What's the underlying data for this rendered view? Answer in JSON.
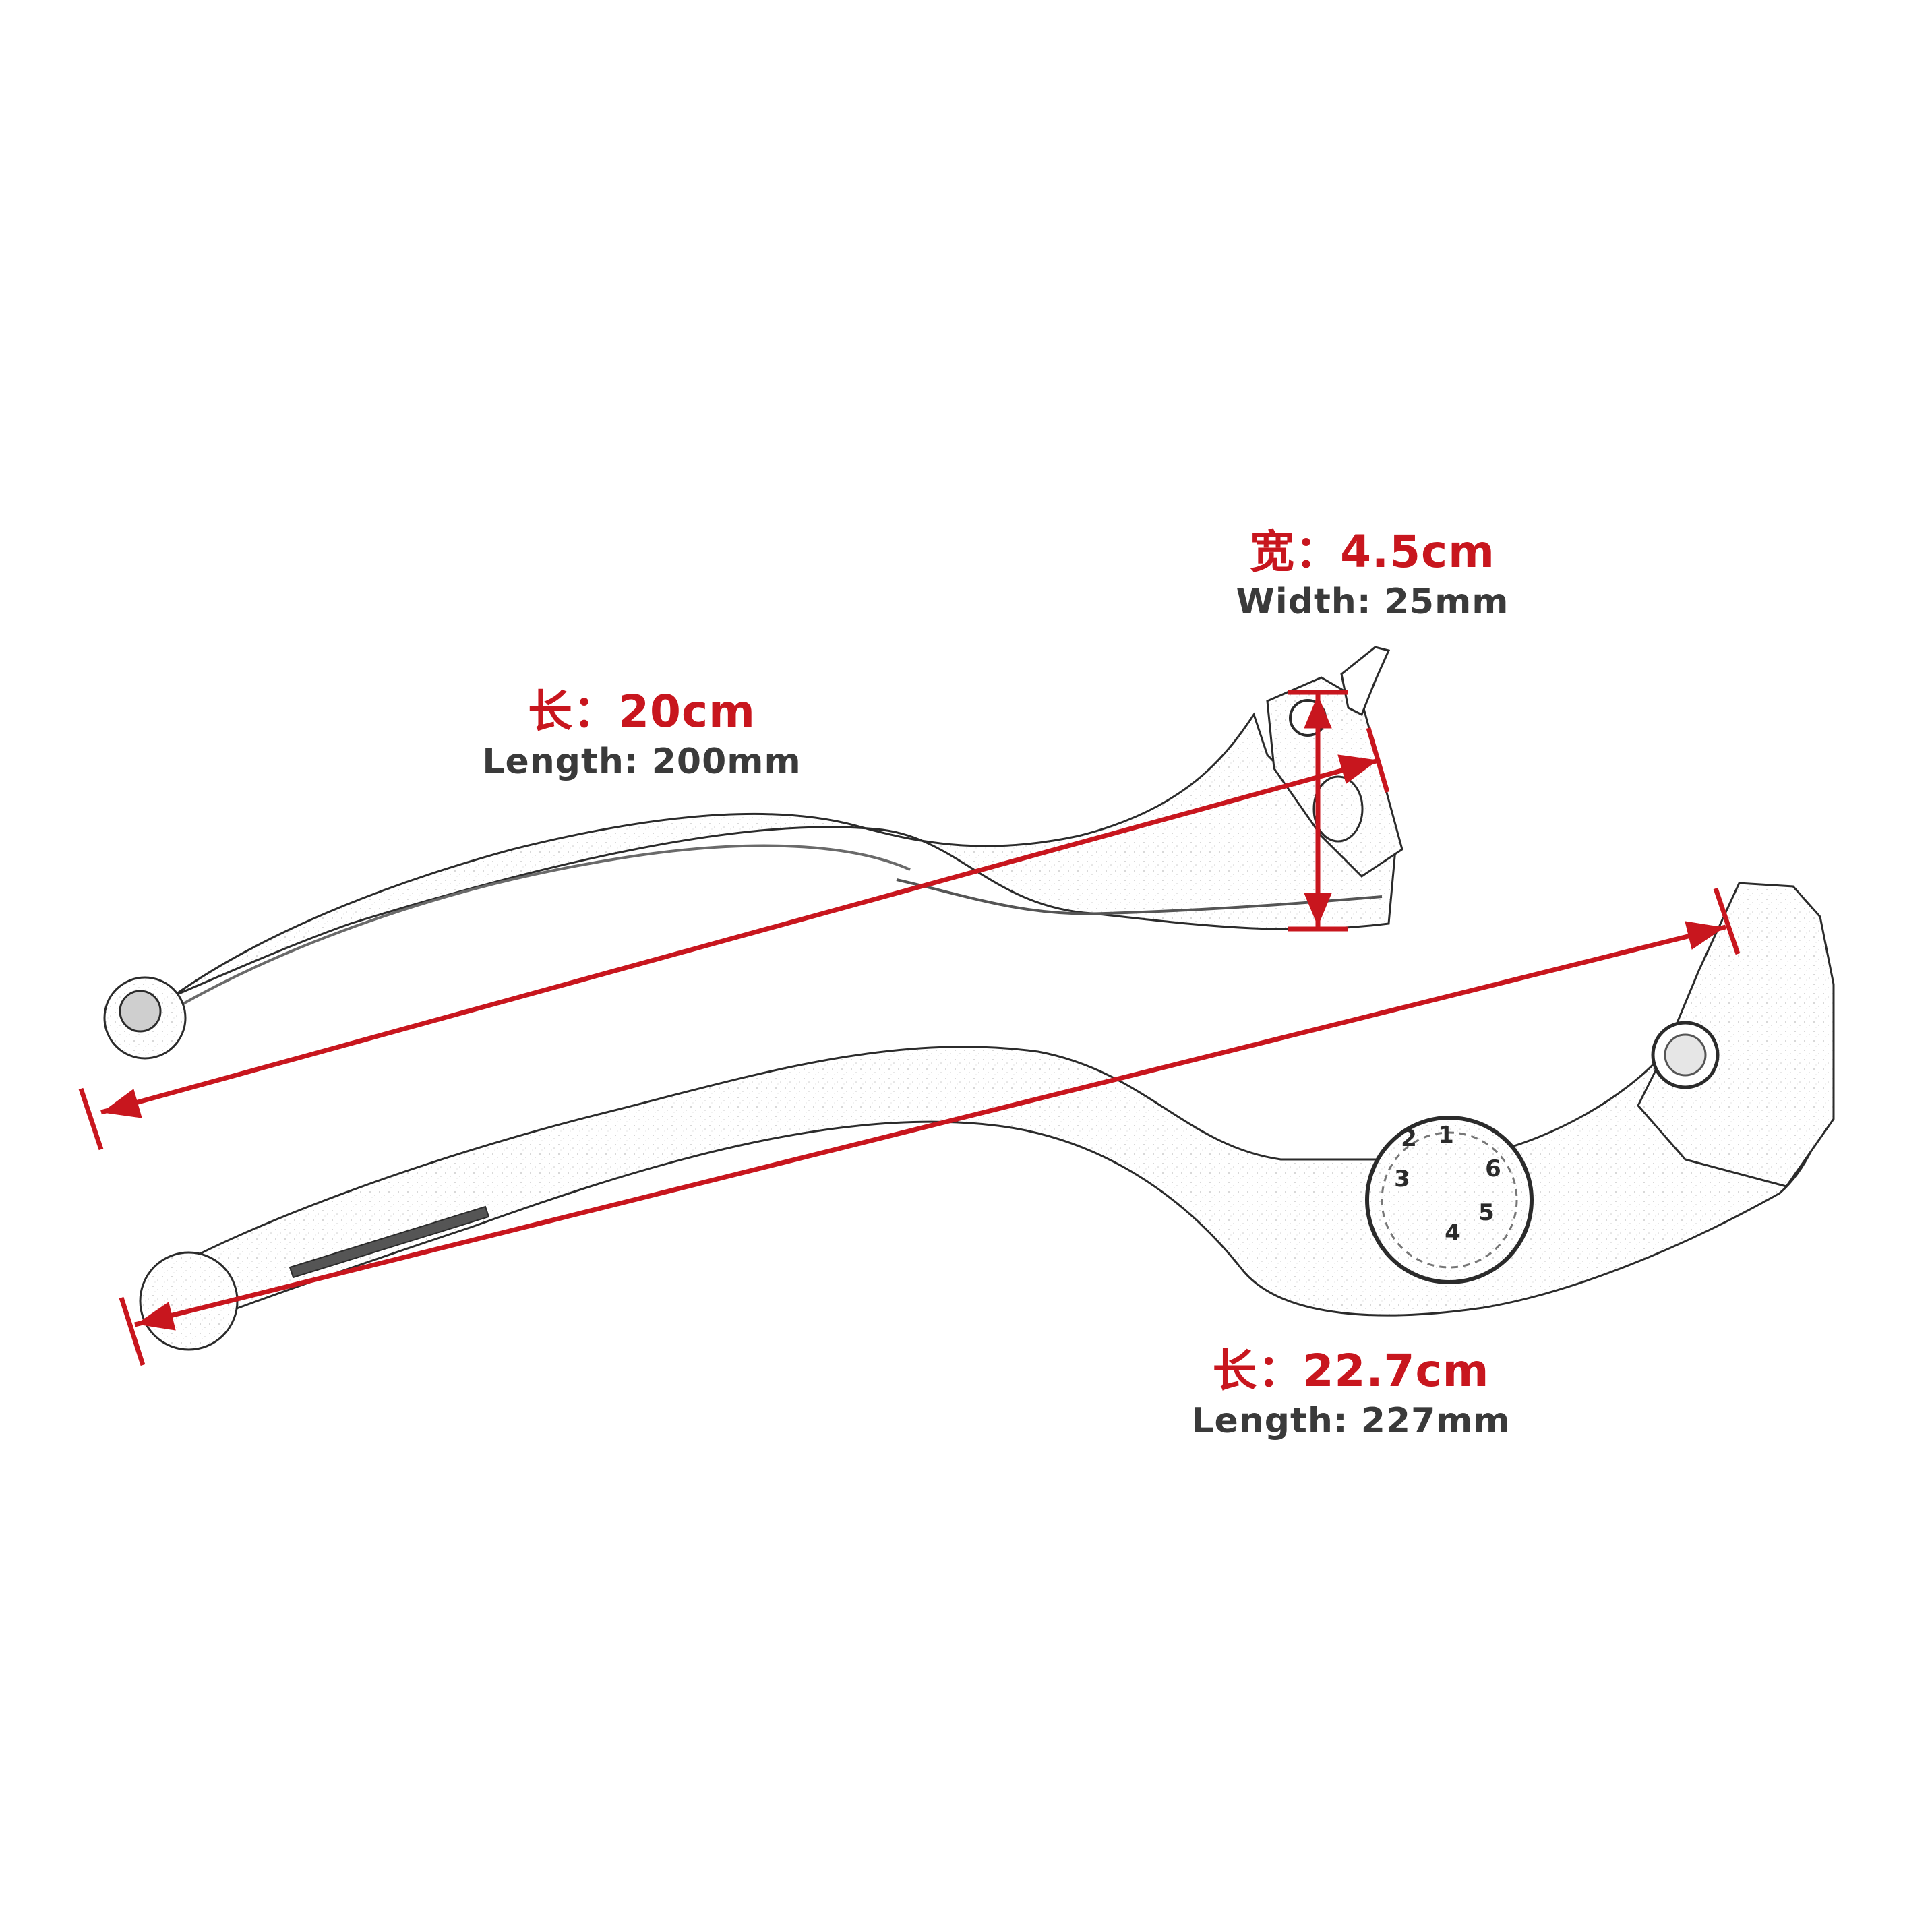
{
  "colors": {
    "accent": "#c8161e",
    "secondary_text": "#3a3a3a",
    "outline": "#2b2b2b",
    "background": "#ffffff"
  },
  "dimensions": {
    "width": {
      "cn": "宽：4.5cm",
      "en": "Width: 25mm"
    },
    "short_length": {
      "cn": "长：20cm",
      "en": "Length: 200mm"
    },
    "long_length": {
      "cn": "长：22.7cm",
      "en": "Length: 227mm"
    }
  },
  "adjuster_dial": {
    "numbers": [
      "1",
      "2",
      "3",
      "4",
      "5",
      "6"
    ]
  }
}
